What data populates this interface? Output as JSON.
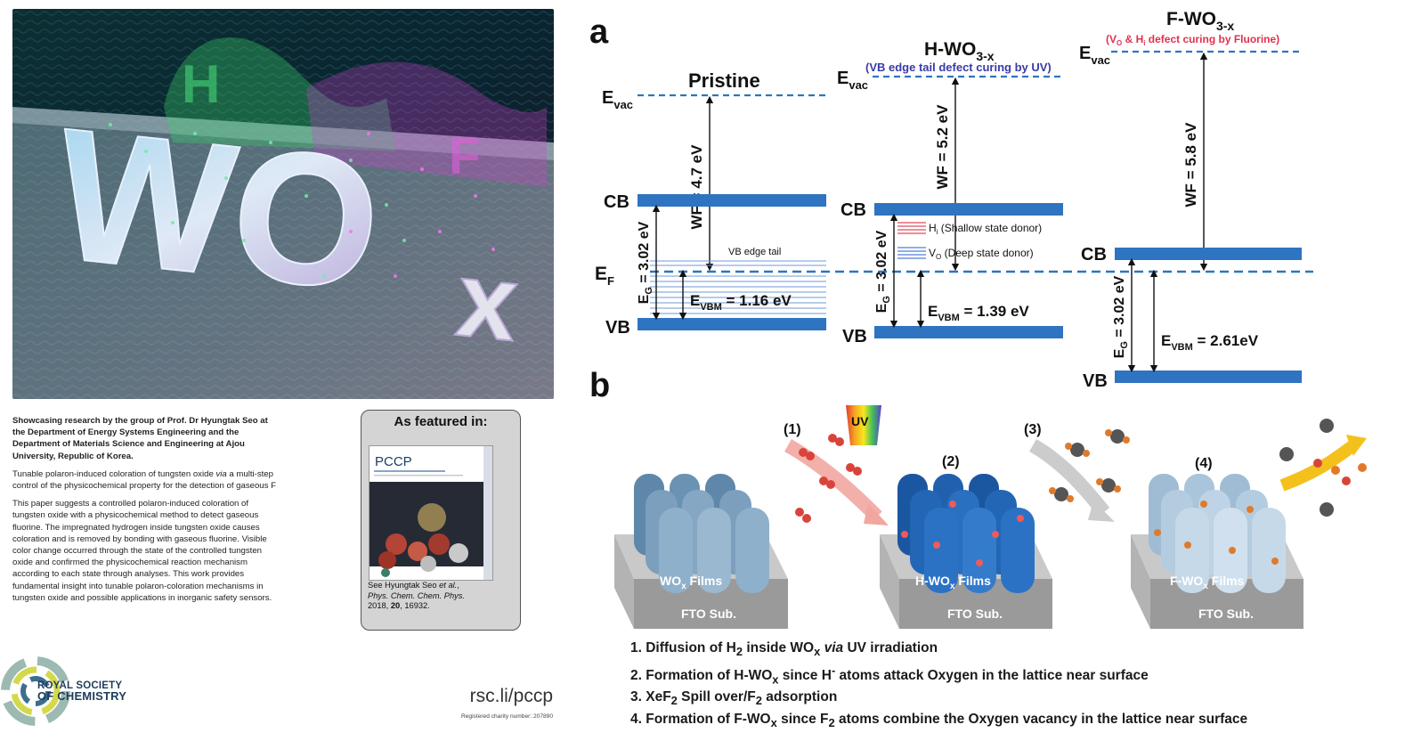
{
  "cover": {
    "art_letters": "WO",
    "art_subscript": "x",
    "art_tags": [
      "H",
      "F"
    ]
  },
  "showcase": {
    "heading": "Showcasing research by the group of Prof. Dr Hyungtak Seo at the Department of Energy Systems Engineering and the Department of Materials Science and Engineering at Ajou University, Republic of Korea.",
    "title_pre": "Tunable polaron-induced coloration of tungsten oxide ",
    "title_via": "via",
    "title_post": " a multi-step control of the physicochemical property for the detection of gaseous F",
    "abstract": "This paper suggests a controlled polaron-induced coloration of tungsten oxide with a physicochemical method to detect gaseous fluorine. The impregnated hydrogen inside tungsten oxide causes coloration and is removed by bonding with gaseous fluorine. Visible color change occurred through the state of the controlled tungsten oxide and confirmed the physicochemical reaction mechanism according to each state through analyses. This work provides fundamental insight into tunable polaron-coloration mechanisms in tungsten oxide and possible applications in inorganic safety sensors."
  },
  "featured": {
    "title": "As featured in:",
    "journal": "PCCP",
    "ref_line1_pre": "See Hyungtak Seo ",
    "ref_line1_etal": "et al.",
    "ref_line1_post": ",",
    "ref_journal": "Phys. Chem. Chem. Phys.",
    "ref_year": "2018, ",
    "ref_volume": "20",
    "ref_pages": ", 16932."
  },
  "footer": {
    "rsc_line1": "ROYAL SOCIETY",
    "rsc_line2": "OF CHEMISTRY",
    "url": "rsc.li/pccp",
    "charity": "Registered charity number: 207890"
  },
  "figure_a": {
    "panel_label": "a",
    "columns": [
      {
        "title": "Pristine",
        "subtitle": "",
        "evac": "E",
        "evac_sub": "vac",
        "wf": "WF = 4.7 eV",
        "cb": "CB",
        "vb": "VB",
        "eg": "E",
        "eg_sub": "G",
        "eg_val": " = 3.02 eV",
        "evbm": "E",
        "evbm_sub": "VBM",
        "evbm_val": " = 1.16 eV",
        "note": "VB edge tail"
      },
      {
        "title": "H-WO",
        "title_sub": "3-x",
        "subtitle": "(VB edge tail defect curing by UV)",
        "evac": "E",
        "evac_sub": "vac",
        "wf": "WF = 5.2 eV",
        "cb": "CB",
        "vb": "VB",
        "eg": "E",
        "eg_sub": "G",
        "eg_val": " = 3.02 eV",
        "evbm": "E",
        "evbm_sub": "VBM",
        "evbm_val": " = 1.39 eV",
        "state1": "H",
        "state1_sub": "i",
        "state1_text": " (Shallow state donor)",
        "state2": "V",
        "state2_sub": "O",
        "state2_text": " (Deep state donor)"
      },
      {
        "title": "F-WO",
        "title_sub": "3-x",
        "subtitle_pre": "(V",
        "subtitle_sub1": "O",
        "subtitle_mid": " & H",
        "subtitle_sub2": "i",
        "subtitle_post": " defect curing by Fluorine)",
        "evac": "E",
        "evac_sub": "vac",
        "wf": "WF = 5.8 eV",
        "cb": "CB",
        "vb": "VB",
        "eg": "E",
        "eg_sub": "G",
        "eg_val": " = 3.02 eV",
        "evbm": "E",
        "evbm_sub": "VBM",
        "evbm_val": " = 2.61eV"
      }
    ],
    "ef": "E",
    "ef_sub": "F",
    "colors": {
      "band": "#2f74c0",
      "dash": "#2f74c0",
      "subtitle_blue": "#3a3aa8",
      "subtitle_red": "#e0324c",
      "shallow": "#e04b5a",
      "deep": "#4f7fd0"
    }
  },
  "figure_b": {
    "panel_label": "b",
    "steps": [
      "(1)",
      "(2)",
      "(3)",
      "(4)"
    ],
    "uv": "UV",
    "films": [
      {
        "label": "WO",
        "sub": "x",
        "post": " Films",
        "substrate": "FTO Sub.",
        "color": "#5f87a9"
      },
      {
        "label": "H-WO",
        "sub": "x",
        "post": " Films",
        "substrate": "FTO Sub.",
        "color": "#1f63b6"
      },
      {
        "label": "F-WO",
        "sub": "x",
        "post": " Films",
        "substrate": "FTO Sub.",
        "color": "#a7c3da"
      }
    ],
    "legend": [
      {
        "pre": "1.  Diffusion of H",
        "sub": "2",
        "mid": " inside WO",
        "sub2": "x",
        "it": " via",
        "post": " UV irradiation"
      },
      {
        "pre": "2.  Formation of H-WO",
        "sub": "x",
        "mid": " since H",
        "sup": "-",
        "post": " atoms attack Oxygen in the lattice near surface"
      },
      {
        "pre": "3.  XeF",
        "sub": "2",
        "mid": " Spill over/F",
        "sub2": "2",
        "post": " adsorption"
      },
      {
        "pre": "4.  Formation of F-WO",
        "sub": "x",
        "mid": " since F",
        "sub2": "2",
        "post": " atoms combine the Oxygen vacancy in the lattice near surface"
      }
    ]
  }
}
